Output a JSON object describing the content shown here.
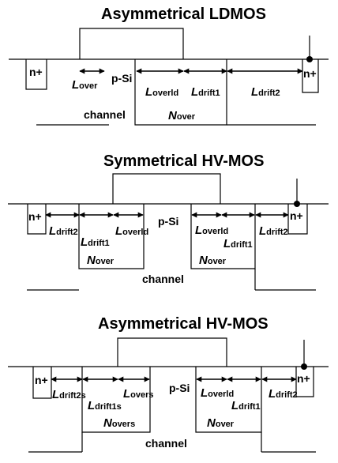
{
  "diagram1": {
    "title": "Asymmetrical LDMOS",
    "n_left": "n+",
    "n_right": "n+",
    "psi": "p-Si",
    "channel": "channel",
    "L_over": {
      "main": "L",
      "sub": "over"
    },
    "L_overld": {
      "main": "L",
      "sub": "overld"
    },
    "L_drift1": {
      "main": "L",
      "sub": "drift1"
    },
    "L_drift2": {
      "main": "L",
      "sub": "drift2"
    },
    "N_over": {
      "main": "N",
      "sub": "over"
    }
  },
  "diagram2": {
    "title": "Symmetrical HV-MOS",
    "n_left": "n+",
    "n_right": "n+",
    "psi": "p-Si",
    "channel": "channel",
    "L_drift2_left": {
      "main": "L",
      "sub": "drift2"
    },
    "L_drift1_left": {
      "main": "L",
      "sub": "drift1"
    },
    "L_overld_left": {
      "main": "L",
      "sub": "overld"
    },
    "N_over_left": {
      "main": "N",
      "sub": "over"
    },
    "L_overld_right": {
      "main": "L",
      "sub": "overld"
    },
    "L_drift1_right": {
      "main": "L",
      "sub": "drift1"
    },
    "L_drift2_right": {
      "main": "L",
      "sub": "drift2"
    },
    "N_over_right": {
      "main": "N",
      "sub": "over"
    }
  },
  "diagram3": {
    "title": "Asymmetrical HV-MOS",
    "n_left": "n+",
    "n_right": "n+",
    "psi": "p-Si",
    "channel": "channel",
    "L_drift2s": {
      "main": "L",
      "sub": "drift2s"
    },
    "L_drift1s": {
      "main": "L",
      "sub": "drift1s"
    },
    "L_overs": {
      "main": "L",
      "sub": "overs"
    },
    "N_overs": {
      "main": "N",
      "sub": "overs"
    },
    "L_overld": {
      "main": "L",
      "sub": "overld"
    },
    "L_drift1": {
      "main": "L",
      "sub": "drift1"
    },
    "L_drift2": {
      "main": "L",
      "sub": "drift2"
    },
    "N_over": {
      "main": "N",
      "sub": "over"
    }
  }
}
